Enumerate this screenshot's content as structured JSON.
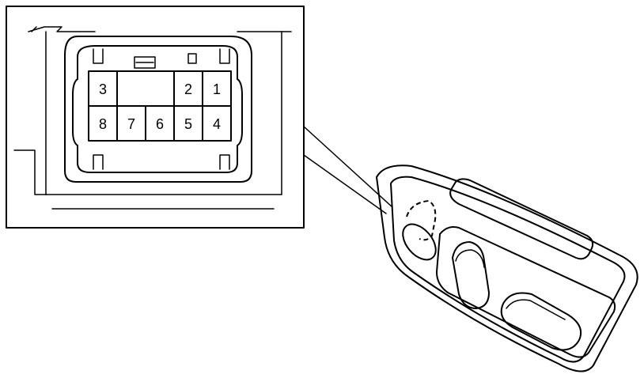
{
  "connector": {
    "pins": [
      {
        "label": "3"
      },
      {
        "label": "2"
      },
      {
        "label": "1"
      },
      {
        "label": "8"
      },
      {
        "label": "7"
      },
      {
        "label": "6"
      },
      {
        "label": "5"
      },
      {
        "label": "4"
      }
    ]
  }
}
